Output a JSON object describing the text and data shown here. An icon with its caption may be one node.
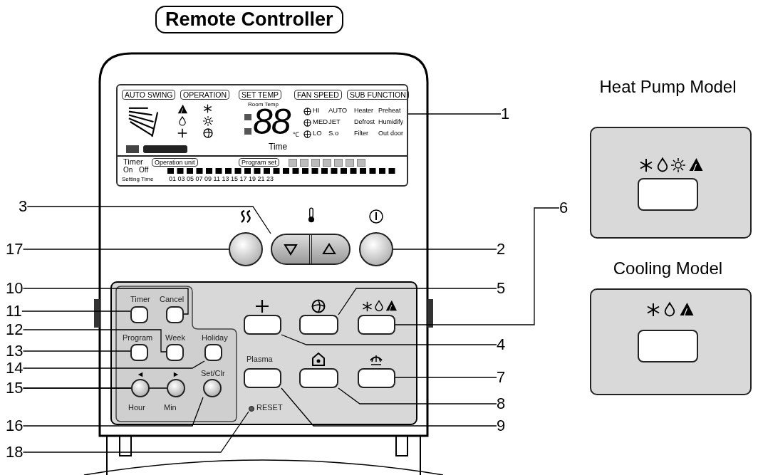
{
  "diagram": {
    "title": "Remote Controller",
    "nodes": [
      {
        "text": [
          "AUTO SWING",
          "OPERATION",
          "SET TEMP",
          "FAN SPEED",
          "SUB FUNCTION",
          "Room Temp",
          "88",
          "℃",
          "HI",
          "AUTO",
          "MED",
          "JET",
          "LO",
          "S.o",
          "Heater",
          "Preheat",
          "Defrost",
          "Humidify",
          "Filter",
          "Out door",
          "Time",
          "Timer",
          "Operation unit",
          "Program set",
          "On",
          "Off",
          "Setting Time",
          "01 03 05 07 09 11 13 15 17 19 21 23"
        ]
      },
      {
        "text": [
          "1"
        ]
      },
      {
        "text": [],
        "shape": "circle"
      },
      {
        "text": [],
        "shape": "box"
      },
      {
        "text": [],
        "shape": "circle"
      },
      {
        "text": [
          "17"
        ]
      },
      {
        "text": [
          "3"
        ]
      },
      {
        "text": [
          "2"
        ]
      },
      {
        "text": [],
        "shape": "box",
        "beside": [
          "Timer"
        ]
      },
      {
        "text": [],
        "shape": "box",
        "beside": [
          "Cancel"
        ]
      },
      {
        "text": [],
        "shape": "box",
        "beside": [
          "Program"
        ]
      },
      {
        "text": [],
        "shape": "box",
        "beside": [
          "Week"
        ]
      },
      {
        "text": [],
        "shape": "box",
        "beside": [
          "Holiday"
        ]
      },
      {
        "text": [],
        "shape": "circle",
        "beside": [
          "Hour"
        ]
      },
      {
        "text": [],
        "shape": "circle",
        "beside": [
          "Min"
        ]
      },
      {
        "text": [],
        "shape": "circle",
        "beside": [
          "Set/Clr"
        ]
      },
      {
        "text": [],
        "shape": "circle",
        "beside": [
          "RESET"
        ]
      },
      {
        "text": [],
        "shape": "box"
      },
      {
        "text": [],
        "shape": "box"
      },
      {
        "text": [],
        "shape": "box"
      },
      {
        "text": [],
        "shape": "box",
        "beside": [
          "Plasma"
        ]
      },
      {
        "text": [],
        "shape": "box"
      },
      {
        "text": [],
        "shape": "box"
      },
      {
        "text": [
          "10"
        ]
      },
      {
        "text": [
          "11"
        ]
      },
      {
        "text": [
          "12"
        ]
      },
      {
        "text": [
          "13"
        ]
      },
      {
        "text": [
          "14"
        ]
      },
      {
        "text": [
          "15"
        ]
      },
      {
        "text": [
          "16"
        ]
      },
      {
        "text": [
          "18"
        ]
      },
      {
        "text": [
          "5"
        ]
      },
      {
        "text": [
          "6"
        ]
      },
      {
        "text": [
          "4"
        ]
      },
      {
        "text": [
          "7"
        ]
      },
      {
        "text": [
          "8"
        ]
      },
      {
        "text": [
          "9"
        ]
      },
      {
        "text": [
          "Heat Pump Model"
        ]
      },
      {
        "text": [],
        "shape": "box",
        "in": 37
      },
      {
        "text": [
          "Cooling Model"
        ]
      },
      {
        "text": [],
        "shape": "box",
        "in": 39
      }
    ],
    "edges": [
      {
        "from": 1,
        "to": 0,
        "arrow": "none"
      },
      {
        "from": 7,
        "to": 4,
        "arrow": "none"
      },
      {
        "from": 6,
        "to": 3,
        "arrow": "none"
      },
      {
        "from": 5,
        "to": 2,
        "arrow": "none"
      },
      {
        "from": 23,
        "to": 9,
        "arrow": "none"
      },
      {
        "from": 24,
        "to": 8,
        "arrow": "none"
      },
      {
        "from": 25,
        "to": 11,
        "arrow": "none"
      },
      {
        "from": 26,
        "to": 10,
        "arrow": "none"
      },
      {
        "from": 27,
        "to": 12,
        "arrow": "none"
      },
      {
        "from": 28,
        "to": 13,
        "arrow": "none"
      },
      {
        "from": 28,
        "to": 14,
        "arrow": "none"
      },
      {
        "from": 29,
        "to": 15,
        "arrow": "none"
      },
      {
        "from": 30,
        "to": 16,
        "arrow": "none"
      },
      {
        "from": 31,
        "to": 18,
        "arrow": "none"
      },
      {
        "from": 32,
        "to": 19,
        "arrow": "none"
      },
      {
        "from": 33,
        "to": 17,
        "arrow": "none"
      },
      {
        "from": 34,
        "to": 22,
        "arrow": "none"
      },
      {
        "from": 35,
        "to": 21,
        "arrow": "none"
      },
      {
        "from": 36,
        "to": 20,
        "arrow": "none"
      }
    ]
  }
}
